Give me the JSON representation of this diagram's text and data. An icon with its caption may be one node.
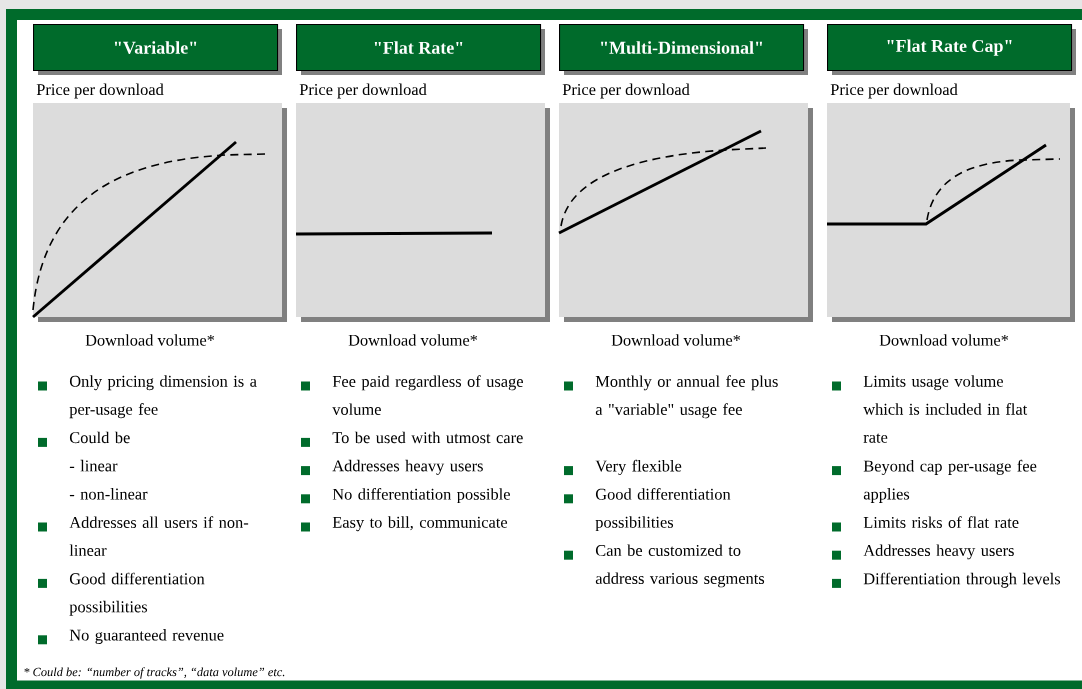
{
  "diagram": {
    "nodes": [
      {
        "text": [
          "\"Variable\""
        ]
      },
      {
        "text": [
          "\"Flat Rate\""
        ]
      },
      {
        "text": [
          "\"Multi-Dimensional\""
        ]
      },
      {
        "text": [
          "\"Flat Rate Cap\""
        ]
      }
    ],
    "labels": [
      "Price per download",
      "Download volume*",
      "Only pricing dimension is a per-usage fee",
      "Could be",
      "- linear",
      "- non-linear",
      "Addresses all users if non-linear",
      "Good differentiation possibilities",
      "No guaranteed revenue",
      "Price per download",
      "Download volume*",
      "Fee paid regardless of usage volume",
      "To be used with utmost care",
      "Addresses heavy users",
      "No differentiation possible",
      "Easy to bill, communicate",
      "Price per download",
      "Download volume*",
      "Monthly or annual fee plus a \"variable\" usage fee",
      "Very flexible",
      "Good differentiation possibilities",
      "Can be customized to address various segments",
      "Price per download",
      "Download volume*",
      "Limits usage volume which is included in flat rate",
      "Beyond cap per-usage fee applies",
      "Limits risks of flat rate",
      "Addresses heavy users",
      "Differentiation through levels",
      "* Could be: “number of tracks”, “data volume” etc."
    ]
  }
}
